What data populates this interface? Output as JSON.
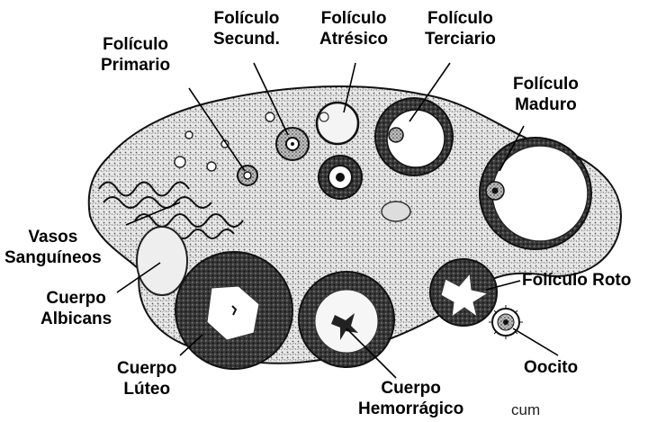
{
  "labels": {
    "foliculo_primario": [
      "Folículo",
      "Primario"
    ],
    "foliculo_secundario": [
      "Folículo",
      "Secund."
    ],
    "foliculo_atresico": [
      "Folículo",
      "Atrésico"
    ],
    "foliculo_terciario": [
      "Folículo",
      "Terciario"
    ],
    "foliculo_maduro": [
      "Folículo",
      "Maduro"
    ],
    "vasos_sanguineos": [
      "Vasos",
      "Sanguíneos"
    ],
    "cuerpo_albicans": [
      "Cuerpo",
      "Albicans"
    ],
    "foliculo_roto": "Folículo Roto",
    "cuerpo_luteo": [
      "Cuerpo",
      "Lúteo"
    ],
    "cuerpo_hemorragico": [
      "Cuerpo",
      "Hemorrágico"
    ],
    "oocito": "Oocito"
  },
  "residual_text": "cum",
  "colors": {
    "ink": "#000000",
    "background": "#ffffff",
    "stroma": "#c9c9c9"
  }
}
